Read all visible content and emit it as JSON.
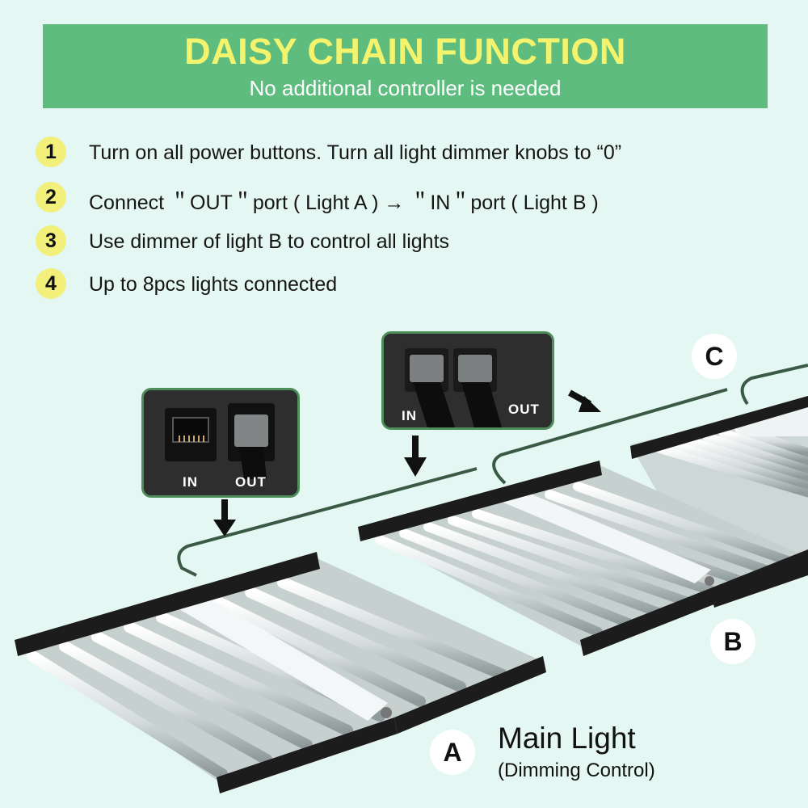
{
  "header": {
    "title": "DAISY CHAIN FUNCTION",
    "subtitle": "No additional controller is needed"
  },
  "steps": [
    {
      "num": "1",
      "text": "Turn on all power buttons. Turn all light dimmer knobs to “0”"
    },
    {
      "num": "2",
      "text": "Connect ＂OUT＂port ( Light A ) → ＂IN＂port ( Light B )"
    },
    {
      "num": "3",
      "text": "Use dimmer of light B to control all lights"
    },
    {
      "num": "4",
      "text": "Up to 8pcs lights connected"
    }
  ],
  "inset_left": {
    "in_label": "IN",
    "out_label": "OUT"
  },
  "inset_right": {
    "in_label": "IN",
    "out_label": "OUT"
  },
  "badges": {
    "a": "A",
    "b": "B",
    "c": "C"
  },
  "main_light": {
    "label": "Main Light",
    "sub": "(Dimming Control)"
  },
  "colors": {
    "banner": "#5dbc7e",
    "title": "#f4f36e",
    "step_circle": "#f2f07a",
    "background": "#e4f7f2",
    "inset_border": "#4d8e5b"
  },
  "icons": [
    "down-arrow-icon",
    "diagonal-arrow-icon",
    "rj45-socket-icon",
    "rj45-plug-icon"
  ]
}
